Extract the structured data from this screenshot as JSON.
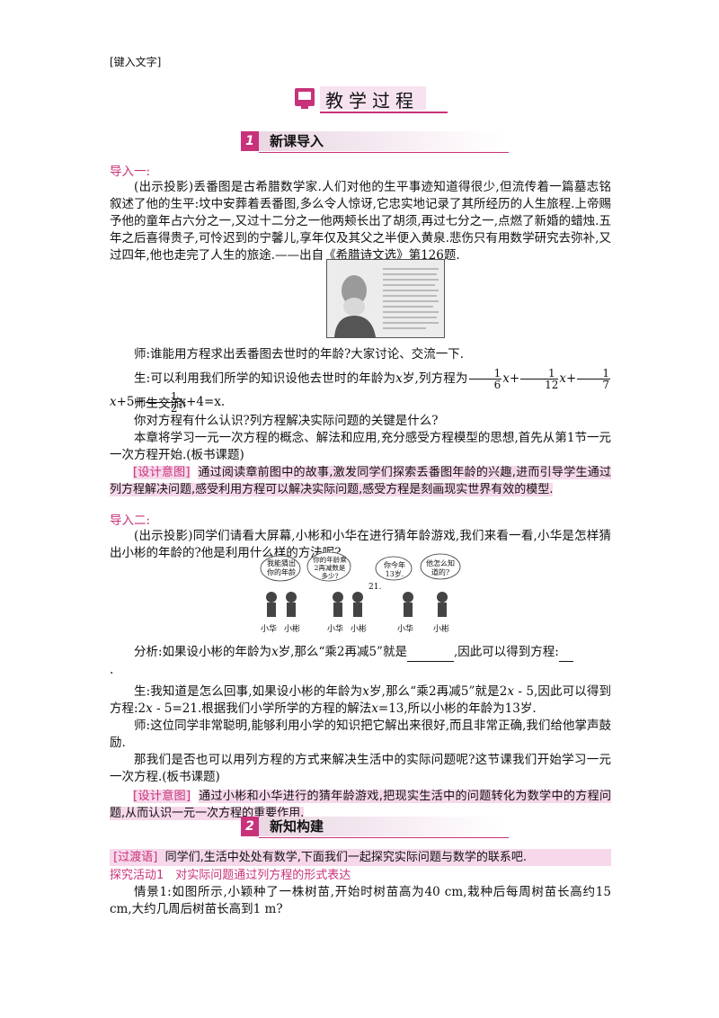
{
  "header_text": "[键入文字]",
  "page_title": "教学过程",
  "sec1": {
    "num": "1",
    "title": "新课导入"
  },
  "sec2": {
    "num": "2",
    "title": "新知构建"
  },
  "intro1_label": "导入一:",
  "p1": "(出示投影)丢番图是古希腊数学家.人们对他的生平事迹知道得很少,但流传着一篇墓志铭叙述了他的生平:坟中安葬着丢番图,多么令人惊讶,它忠实地记录了其所经历的人生旅程.上帝赐予他的童年占六分之一,又过十二分之一他两颊长出了胡须,再过七分之一,点燃了新婚的蜡烛.五年之后喜得贵子,可怜迟到的宁馨儿,享年仅及其父之半便入黄泉.悲伤只有用数学研究去弥补,又过四年,他也走完了人生的旅途.——出自《希腊诗文选》第126题.",
  "p2": "师:谁能用方程求出丢番图去世时的年龄?大家讨论、交流一下.",
  "p3": {
    "a": "生:可以利用我们所学的知识设他去世时的年龄为",
    "var": "x",
    "b": "岁,列方程为",
    "f1": [
      "1",
      "6"
    ],
    "f2": [
      "1",
      "12"
    ],
    "f3": [
      "1",
      "7"
    ],
    "f4": [
      "1",
      "2"
    ],
    "eq_tail": "x+4=x."
  },
  "p4": "师生交流:",
  "p5": "你对方程有什么认识?列方程解决实际问题的关键是什么?",
  "p6": "本章将学习一元一次方程的概念、解法和应用,充分感受方程模型的思想,首先从第1节一元一次方程开始.(板书课题)",
  "design_label": "[设计意图]",
  "design1": "通过阅读章前图中的故事,激发同学们探索丢番图年龄的兴趣,进而引导学生通过列方程解决问题,感受利用方程可以解决实际问题,感受方程是刻画现实世界有效的模型.",
  "intro2_label": "导入二:",
  "p7": "(出示投影)同学们请看大屏幕,小彬和小华在进行猜年龄游戏,我们来看一看,小华是怎样猜出小彬的年龄的?他是利用什么样的方法呢?",
  "cartoon": {
    "b1": "我能猜出你的年龄",
    "b2": "你的年龄乘2再减数是多少?",
    "b3": "21.",
    "b4": "你今年13岁.",
    "b5": "他怎么知道的?",
    "name_hua": "小华",
    "name_bin": "小彬"
  },
  "p8": {
    "a": "分析:如果设小彬的年龄为",
    "var": "x",
    "b": "岁,那么“乘2再减5”就是",
    "c": ",因此可以得到方程:",
    "d": "."
  },
  "p9": {
    "a": "生:我知道是怎么回事,如果设小彬的年龄为",
    "var": "x",
    "b": "岁,那么“乘2再减5”就是2",
    "c": " - 5,因此可以得到方程:2",
    "d": " - 5=21.根据我们小学所学的方程的解法",
    "e": "=13,所以小彬的年龄为13岁."
  },
  "p10": "师:这位同学非常聪明,能够利用小学的知识把它解出来很好,而且非常正确,我们给他掌声鼓励.",
  "p11": "那我们是否也可以用列方程的方式来解决生活中的实际问题呢?这节课我们开始学习一元一次方程.(板书课题)",
  "design2": "通过小彬和小华进行的猜年龄游戏,把现实生活中的问题转化为数学中的方程问题,从而认识一元一次方程的重要作用.",
  "transition_label": "[过渡语]",
  "transition": "同学们,生活中处处有数学,下面我们一起探究实际问题与数学的联系吧.",
  "activity1": "探究活动1　对实际问题通过列方程的形式表达",
  "scene1": "情景1:如图所示,小颖种了一株树苗,开始时树苗高为40 cm,栽种后每周树苗长高约15 cm,大约几周后树苗长高到1 m?",
  "colors": {
    "accent": "#c8327a",
    "highlight": "#f6d8ea"
  }
}
